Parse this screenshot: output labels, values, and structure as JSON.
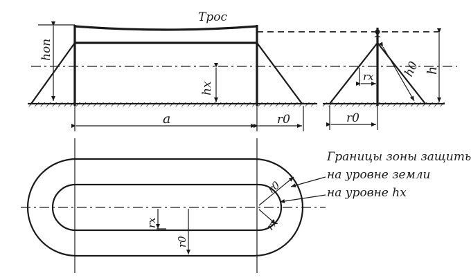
{
  "labels": {
    "tros": "Трос",
    "h_op": "hоп",
    "h_x_left": "hx",
    "a": "a",
    "r0_top": "r0",
    "r_x_right": "rx",
    "h0": "h0",
    "h": "h",
    "r0_right": "r0",
    "legend_title": "Границы зоны защиты:",
    "legend_ground": "на уровне земли",
    "legend_hx": "на уровне hx",
    "r0_plan": "r0",
    "r_x_plan": "rx",
    "r_x_small": "rx",
    "r0_small": "r0"
  },
  "colors": {
    "ink": "#1a1a1a",
    "background": "#ffffff"
  }
}
